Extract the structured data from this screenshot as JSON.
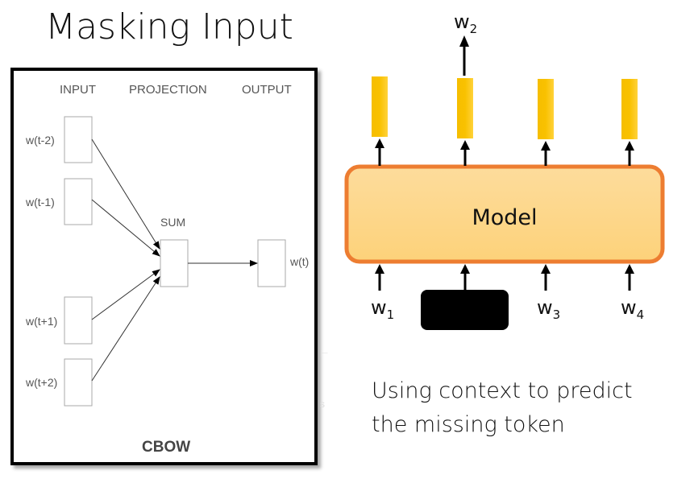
{
  "slide": {
    "title": "Masking Input",
    "caption_line1": "Using context to predict",
    "caption_line2": "the missing token"
  },
  "cbow": {
    "headers": {
      "input": "INPUT",
      "projection": "PROJECTION",
      "output": "OUTPUT"
    },
    "inputs": [
      "w(t-2)",
      "w(t-1)",
      "w(t+1)",
      "w(t+2)"
    ],
    "projection_label": "SUM",
    "output_label": "w(t)",
    "name": "CBOW"
  },
  "model_diagram": {
    "model_label": "Model",
    "output_word": {
      "base": "w",
      "sub": "2"
    },
    "inputs": [
      {
        "base": "w",
        "sub": "1",
        "masked": false
      },
      {
        "base": "",
        "sub": "",
        "masked": true
      },
      {
        "base": "w",
        "sub": "3",
        "masked": false
      },
      {
        "base": "w",
        "sub": "4",
        "masked": false
      }
    ],
    "colors": {
      "model_fill_top": "#FDDC9C",
      "model_fill_bottom": "#FDD27A",
      "model_border": "#ED7D31",
      "embedding_bar": "#F9C100",
      "mask_fill": "#000000"
    }
  }
}
